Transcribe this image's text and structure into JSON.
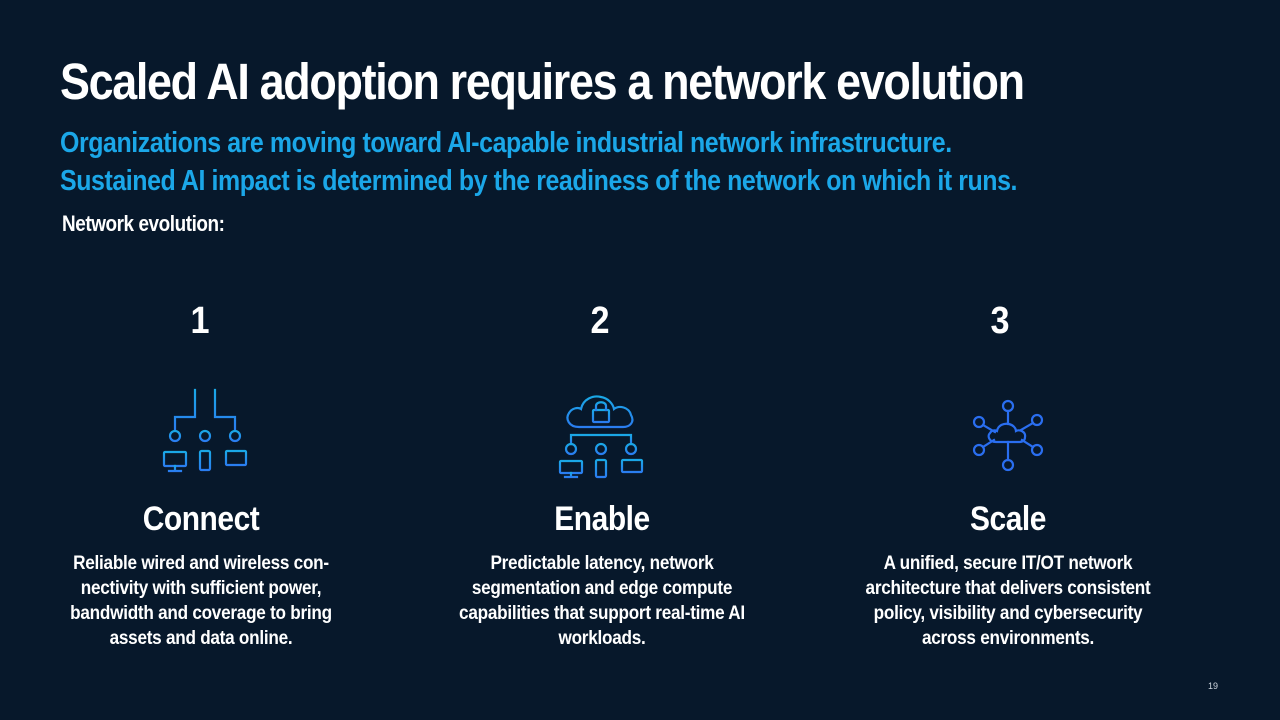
{
  "slide": {
    "title": "Scaled AI adoption requires a network evolution",
    "subtitle_line1": "Organizations are moving toward AI-capable industrial network infrastructure.",
    "subtitle_line2": "Sustained AI impact is determined by the readiness of the network on which it runs.",
    "section_label": "Network evolution:",
    "page_number": "19"
  },
  "steps": [
    {
      "number": "1",
      "title": "Connect",
      "description": "Reliable wired and wireless con-nectivity with sufficient power, bandwidth and coverage to bring assets and data online.",
      "icon": "network-devices-icon"
    },
    {
      "number": "2",
      "title": "Enable",
      "description": "Predictable latency, network segmentation and edge compute capabilities that support real-time AI workloads.",
      "icon": "secure-cloud-network-icon"
    },
    {
      "number": "3",
      "title": "Scale",
      "description": "A unified, secure IT/OT network architecture that delivers consistent policy, visibility and cybersecurity across environments.",
      "icon": "cloud-hub-icon"
    }
  ],
  "colors": {
    "background": "#07182b",
    "accent": "#1ba7e8",
    "icon_cyan": "#1aa8e6",
    "icon_blue": "#2a6ef0"
  }
}
